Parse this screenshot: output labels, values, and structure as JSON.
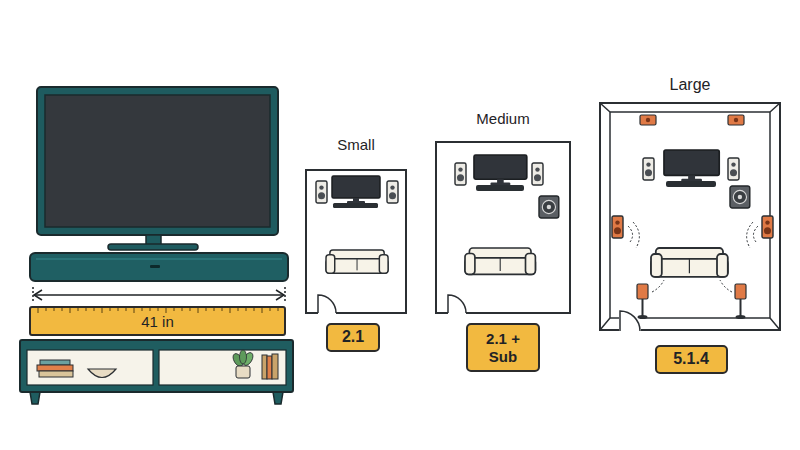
{
  "diagram": {
    "nodes": [
      {
        "text": [
          "41 in"
        ]
      },
      {
        "text": [
          "Small"
        ]
      },
      {
        "text": [
          "2.1"
        ]
      },
      {
        "text": [
          "Medium"
        ]
      },
      {
        "text": [
          "2.1 + Sub"
        ]
      },
      {
        "text": [
          "Large"
        ]
      },
      {
        "text": [
          "5.1.4"
        ]
      }
    ]
  }
}
